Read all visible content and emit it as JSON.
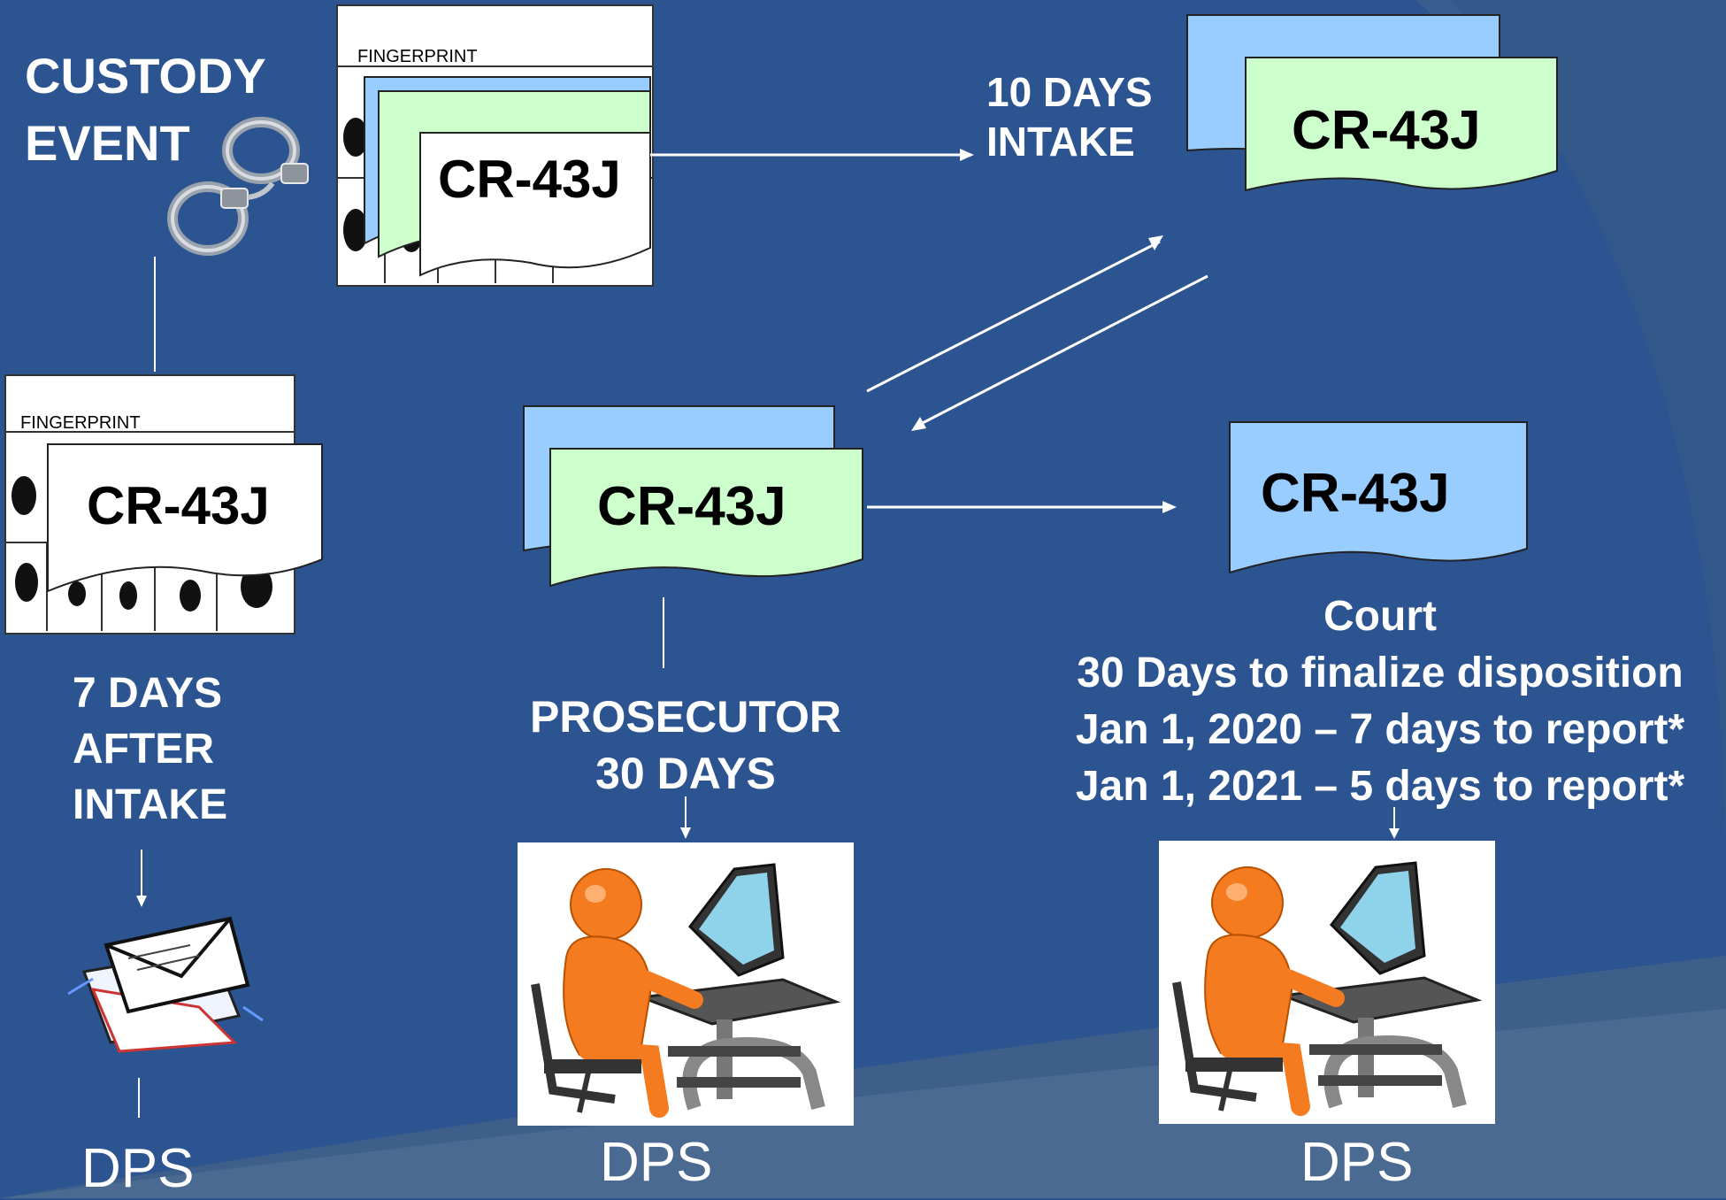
{
  "custody": {
    "line1": "CUSTODY",
    "line2": "EVENT"
  },
  "intake_label": {
    "line1": "10 DAYS",
    "line2": "INTAKE"
  },
  "fingerprint_label": "FINGERPRINT",
  "form_code": "CR-43J",
  "seven_days": {
    "line1": "7 DAYS",
    "line2": "AFTER",
    "line3": "INTAKE"
  },
  "prosecutor": {
    "line1": "PROSECUTOR",
    "line2": "30 DAYS"
  },
  "court": {
    "line1": "Court",
    "line2": "30 Days to finalize disposition",
    "line3": "Jan 1, 2020 – 7 days to report*",
    "line4": "Jan 1, 2021 – 5 days to report*"
  },
  "dps_label": "DPS",
  "colors": {
    "background": "#2c5491",
    "form_blue": "#99ccff",
    "form_green": "#ccffcc",
    "text": "#ffffff"
  },
  "icons": [
    "handcuffs-icon",
    "envelope-mail-icon",
    "person-at-computer-icon"
  ]
}
